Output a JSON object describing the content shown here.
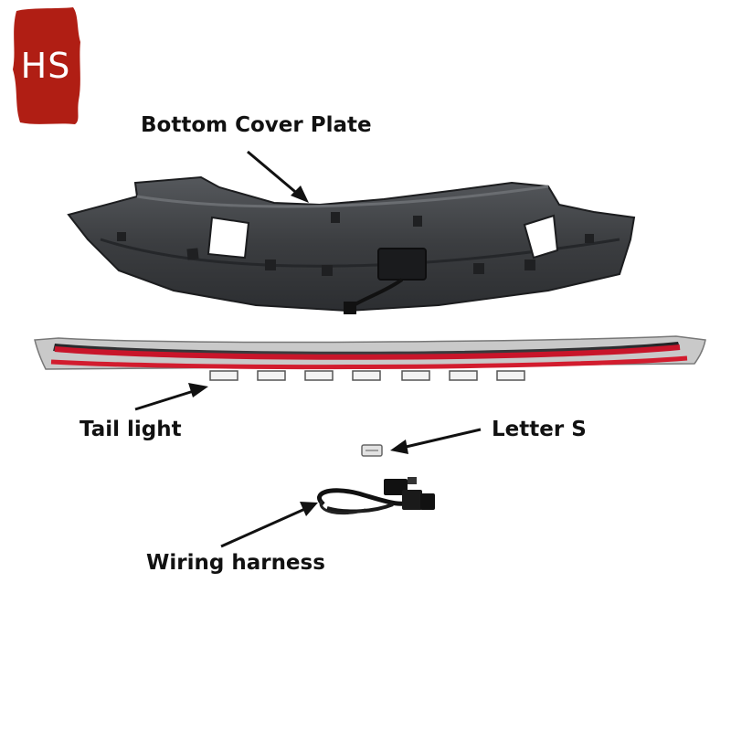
{
  "logo": {
    "text": "HS",
    "color": "#b01e14"
  },
  "labels": {
    "cover": "Bottom Cover Plate",
    "tail": "Tail light",
    "letter": "Letter S",
    "wiring": "Wiring harness"
  },
  "colors": {
    "plastic": "#3a3c3f",
    "tail_red": "#c8152a",
    "arrow": "#111111"
  }
}
